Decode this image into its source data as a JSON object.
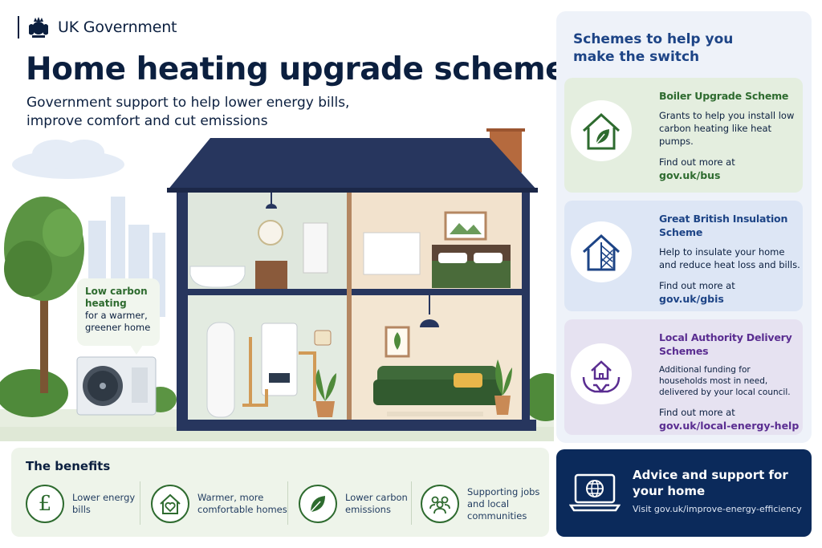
{
  "header": {
    "brand": "UK Government",
    "title": "Home heating upgrade schemes",
    "subtitle": "Government support to help lower energy bills, improve comfort and cut emissions"
  },
  "illustration": {
    "bubble_title": "Low carbon heating",
    "bubble_body": "for a warmer, greener home"
  },
  "schemes": {
    "title": "Schemes to help you make the switch",
    "items": [
      {
        "name": "Boiler Upgrade Scheme",
        "description": "Grants to help you install low carbon heating like heat pumps.",
        "find_more": "Find out more at",
        "link": "gov.uk/bus",
        "icon": "house-leaf-icon"
      },
      {
        "name": "Great British Insulation Scheme",
        "description": "Help to insulate your home and reduce heat loss and bills.",
        "find_more": "Find out more at",
        "link": "gov.uk/gbis",
        "icon": "house-insulation-icon"
      },
      {
        "name": "Local Authority Delivery Schemes",
        "description": "Additional funding for households most in need, delivered by your local council.",
        "find_more": "Find out more at",
        "link": "gov.uk/local-energy-help",
        "icon": "hands-house-icon"
      }
    ]
  },
  "benefits": {
    "title": "The benefits",
    "items": [
      {
        "label": "Lower energy bills",
        "icon": "pound-icon"
      },
      {
        "label": "Warmer, more comfortable homes",
        "icon": "house-heart-icon"
      },
      {
        "label": "Lower carbon emissions",
        "icon": "leaf-icon"
      },
      {
        "label": "Supporting jobs and local communities",
        "icon": "people-icon"
      }
    ]
  },
  "advice": {
    "title": "Advice and support for your home",
    "subtitle": "Visit gov.uk/improve-energy-efficiency",
    "icon": "laptop-globe-icon"
  },
  "colors": {
    "navy": "#0b1f3f",
    "green": "#2e6b2f",
    "blue": "#1d4486",
    "purple": "#5a2d91",
    "advice_bg": "#0b2a5b"
  }
}
